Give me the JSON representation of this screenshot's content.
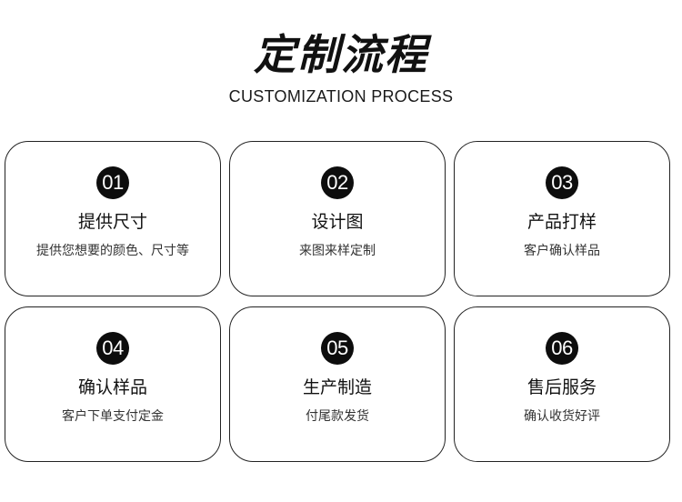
{
  "header": {
    "title": "定制流程",
    "subtitle": "CUSTOMIZATION PROCESS"
  },
  "steps": [
    {
      "number": "01",
      "title": "提供尺寸",
      "description": "提供您想要的颜色、尺寸等"
    },
    {
      "number": "02",
      "title": "设计图",
      "description": "来图来样定制"
    },
    {
      "number": "03",
      "title": "产品打样",
      "description": "客户确认样品"
    },
    {
      "number": "04",
      "title": "确认样品",
      "description": "客户下单支付定金"
    },
    {
      "number": "05",
      "title": "生产制造",
      "description": "付尾款发货"
    },
    {
      "number": "06",
      "title": "售后服务",
      "description": "确认收货好评"
    }
  ],
  "colors": {
    "text": "#111111",
    "badge": "#0d0d0d",
    "border": "#222222",
    "background": "#ffffff"
  }
}
